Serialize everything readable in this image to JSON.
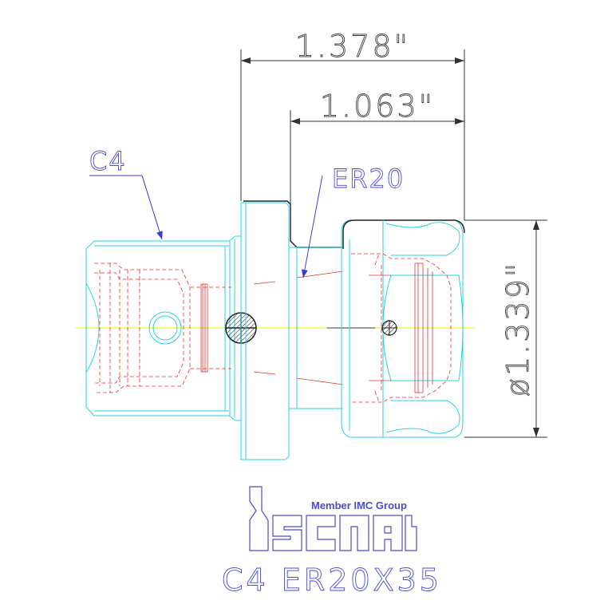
{
  "dimensions": {
    "overall_length": "1.378\"",
    "collet_length": "1.063\"",
    "diameter": "ø1.339\""
  },
  "labels": {
    "shank": "C4",
    "collet": "ER20"
  },
  "logo": {
    "member_text": "Member IMC Group",
    "brand": "iscar"
  },
  "part_number": "C4 ER20X35",
  "colors": {
    "outline": "#27d3e6",
    "hidden": "#e53030",
    "label": "#4a4ad8",
    "dimension": "#333333",
    "centerline": "#e8e800"
  }
}
